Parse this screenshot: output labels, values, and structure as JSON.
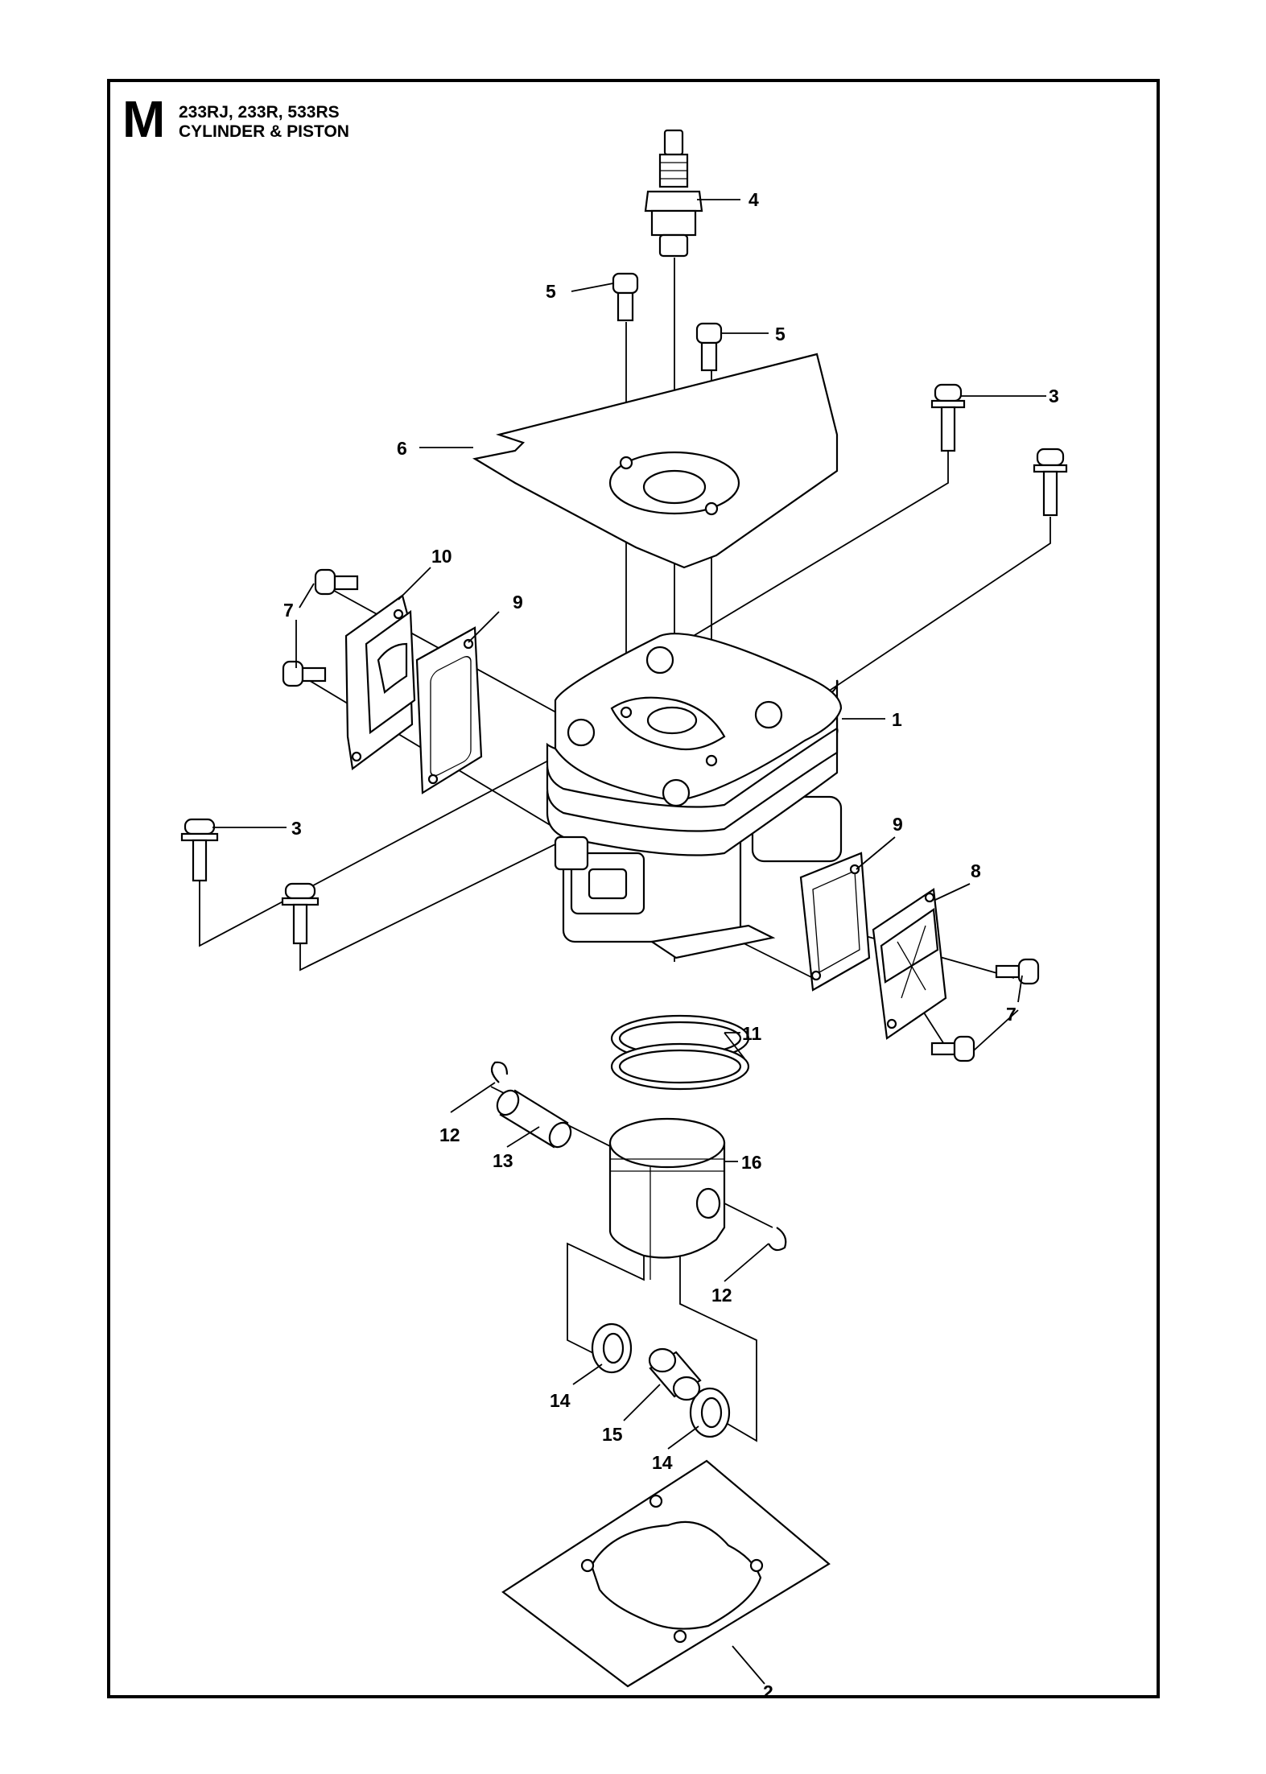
{
  "header": {
    "section_letter": "M",
    "models": "233RJ, 233R, 533RS",
    "title": "CYLINDER & PISTON"
  },
  "callouts": {
    "c1": "1",
    "c2": "2",
    "c3a": "3",
    "c3b": "3",
    "c4": "4",
    "c5a": "5",
    "c5b": "5",
    "c6": "6",
    "c7a": "7",
    "c7b": "7",
    "c8": "8",
    "c9a": "9",
    "c9b": "9",
    "c10": "10",
    "c11": "11",
    "c12a": "12",
    "c12b": "12",
    "c13": "13",
    "c14a": "14",
    "c14b": "14",
    "c15": "15",
    "c16": "16"
  }
}
